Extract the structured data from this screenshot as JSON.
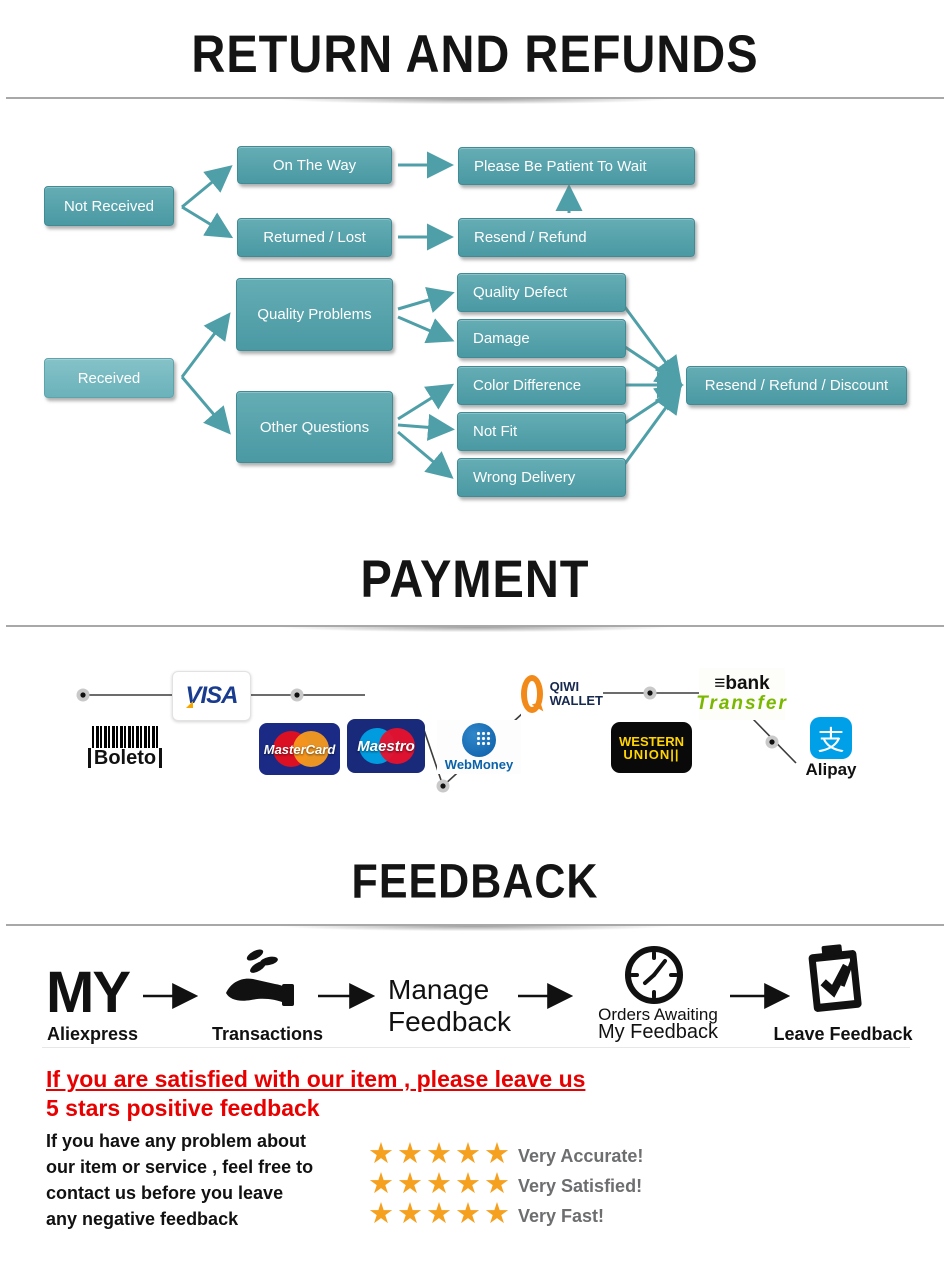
{
  "returns": {
    "title": "RETURN AND REFUNDS",
    "nodes": {
      "not_received": "Not Received",
      "on_the_way": "On The Way",
      "returned_lost": "Returned / Lost",
      "please_wait": "Please Be Patient To Wait",
      "resend_refund": "Resend / Refund",
      "quality_problems": "Quality Problems",
      "received": "Received",
      "other_questions": "Other Questions",
      "quality_defect": "Quality Defect",
      "damage": "Damage",
      "color_difference": "Color Difference",
      "not_fit": "Not Fit",
      "wrong_delivery": "Wrong Delivery",
      "resend_refund_discount": "Resend / Refund / Discount"
    }
  },
  "payment": {
    "title": "PAYMENT",
    "boleto": "Boleto",
    "visa": "VISA",
    "mastercard": "MasterCard",
    "maestro": "Maestro",
    "webmoney": "WebMoney",
    "qiwi_line1": "QIWI",
    "qiwi_line2": "WALLET",
    "western_line1": "WESTERN",
    "western_line2": "UNION||",
    "bank_glyph": "≡",
    "bank_line1": "bank",
    "bank_line2": "Transfer",
    "alipay_char": "支",
    "alipay_label": "Alipay"
  },
  "feedback": {
    "title": "FEEDBACK",
    "step1_title": "MY",
    "step1_sub": "Aliexpress",
    "step2_label": "Transactions",
    "step3_line1": "Manage",
    "step3_line2": "Feedback",
    "step4_line1": "Orders Awaiting",
    "step4_line2": "My Feedback",
    "step5_label": "Leave Feedback",
    "satisfied_line1": "If you are satisfied with our item , please leave us",
    "satisfied_line2": "5 stars positive feedback",
    "problem_line1": "If you have any problem about",
    "problem_line2": "our item or service , feel free to",
    "problem_line3": "contact us before you  leave",
    "problem_line4": "any negative feedback",
    "ratings": [
      {
        "stars": "★★★★★",
        "label": "Very Accurate!"
      },
      {
        "stars": "★★★★★",
        "label": "Very Satisfied!"
      },
      {
        "stars": "★★★★★",
        "label": "Very Fast!"
      }
    ]
  },
  "colors": {
    "flow_teal": "#4f9fa8",
    "red_notice": "#e80000",
    "star_orange": "#f5a01e",
    "star_label_gray": "#6d6e70"
  }
}
